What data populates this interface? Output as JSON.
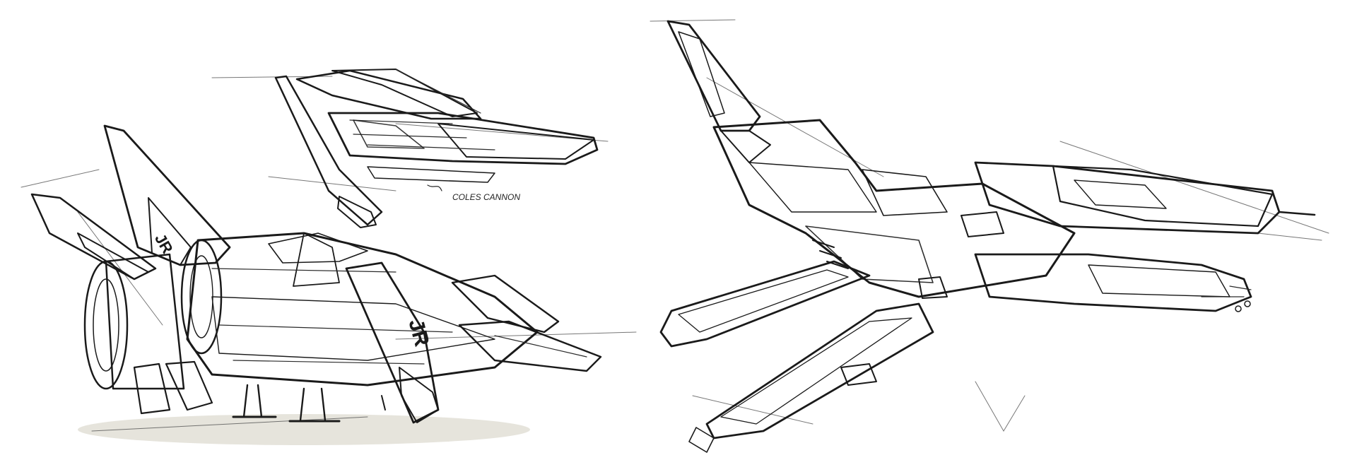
{
  "artwork": {
    "signature": "COLES CANNON",
    "tail_marking": "JR",
    "fin_marking": "JR"
  },
  "colors": {
    "paper": "#ffffff",
    "ink": "#1a1a1a",
    "hull_gray": "#d9d8cf",
    "hull_shadow": "#9c9a8c",
    "accent_orange": "#f39a1e",
    "accent_orange_dark": "#d97e0c",
    "floor_shadow": "#e6e4dc"
  }
}
